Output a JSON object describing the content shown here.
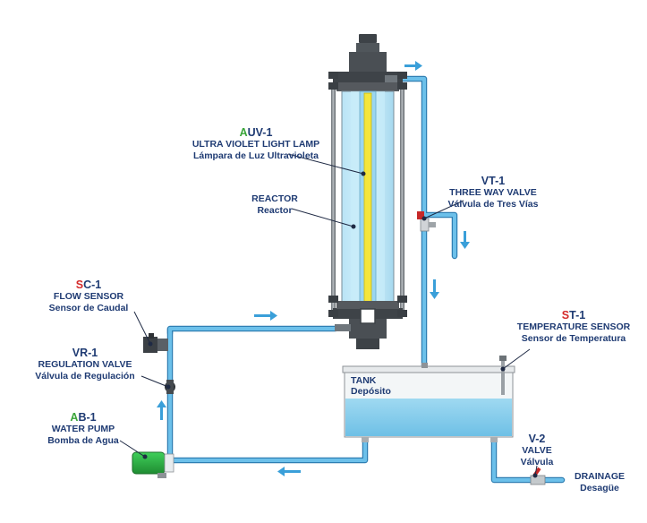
{
  "colors": {
    "pipe": "#5aaadd",
    "pipe_outline": "#2a6f9e",
    "water": "#8fd0ec",
    "lamp": "#f4e53a",
    "metal_dark": "#4a4f54",
    "text": "#1f3b73",
    "code_green": "#3aa53a",
    "code_red": "#d42a2a"
  },
  "labels": {
    "auv1": {
      "code_first": "A",
      "code_rest": "UV-1",
      "name": "ULTRA VIOLET LIGHT LAMP",
      "sub": "Lámpara de Luz Ultravioleta"
    },
    "reactor": {
      "name": "REACTOR",
      "sub": "Reactor"
    },
    "vt1": {
      "code": "VT-1",
      "name": "THREE WAY VALVE",
      "sub": "Válvula de Tres Vías"
    },
    "sc1": {
      "code_first": "S",
      "code_rest": "C-1",
      "name": "FLOW SENSOR",
      "sub": "Sensor de Caudal"
    },
    "vr1": {
      "code": "VR-1",
      "name": "REGULATION VALVE",
      "sub": "Válvula de Regulación"
    },
    "ab1": {
      "code_first": "A",
      "code_rest": "B-1",
      "name": "WATER PUMP",
      "sub": "Bomba de Agua"
    },
    "st1": {
      "code_first": "S",
      "code_rest": "T-1",
      "name": "TEMPERATURE SENSOR",
      "sub": "Sensor de Temperatura"
    },
    "tank": {
      "name": "TANK",
      "sub": "Depósito"
    },
    "v2": {
      "code": "V-2",
      "name": "VALVE",
      "sub": "Válvula"
    },
    "drainage": {
      "name": "DRAINAGE",
      "sub": "Desagüe"
    }
  }
}
